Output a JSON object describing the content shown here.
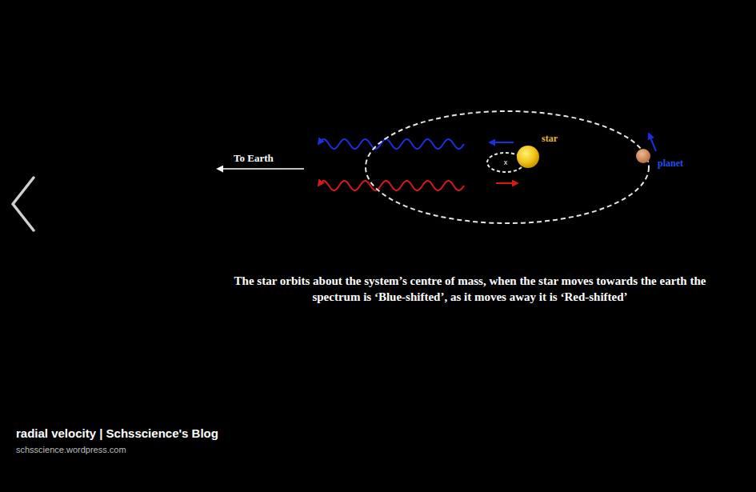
{
  "diagram": {
    "caption": "The star orbits about the system’s centre of mass, when the star moves towards the earth the spectrum is ‘Blue-shifted’, as it moves away it is ‘Red-shifted’",
    "labels": [
      "To Earth",
      "star",
      "planet",
      "x",
      "radial velocity | Schsscience's Blog",
      "schsscience.wordpress.com"
    ]
  }
}
